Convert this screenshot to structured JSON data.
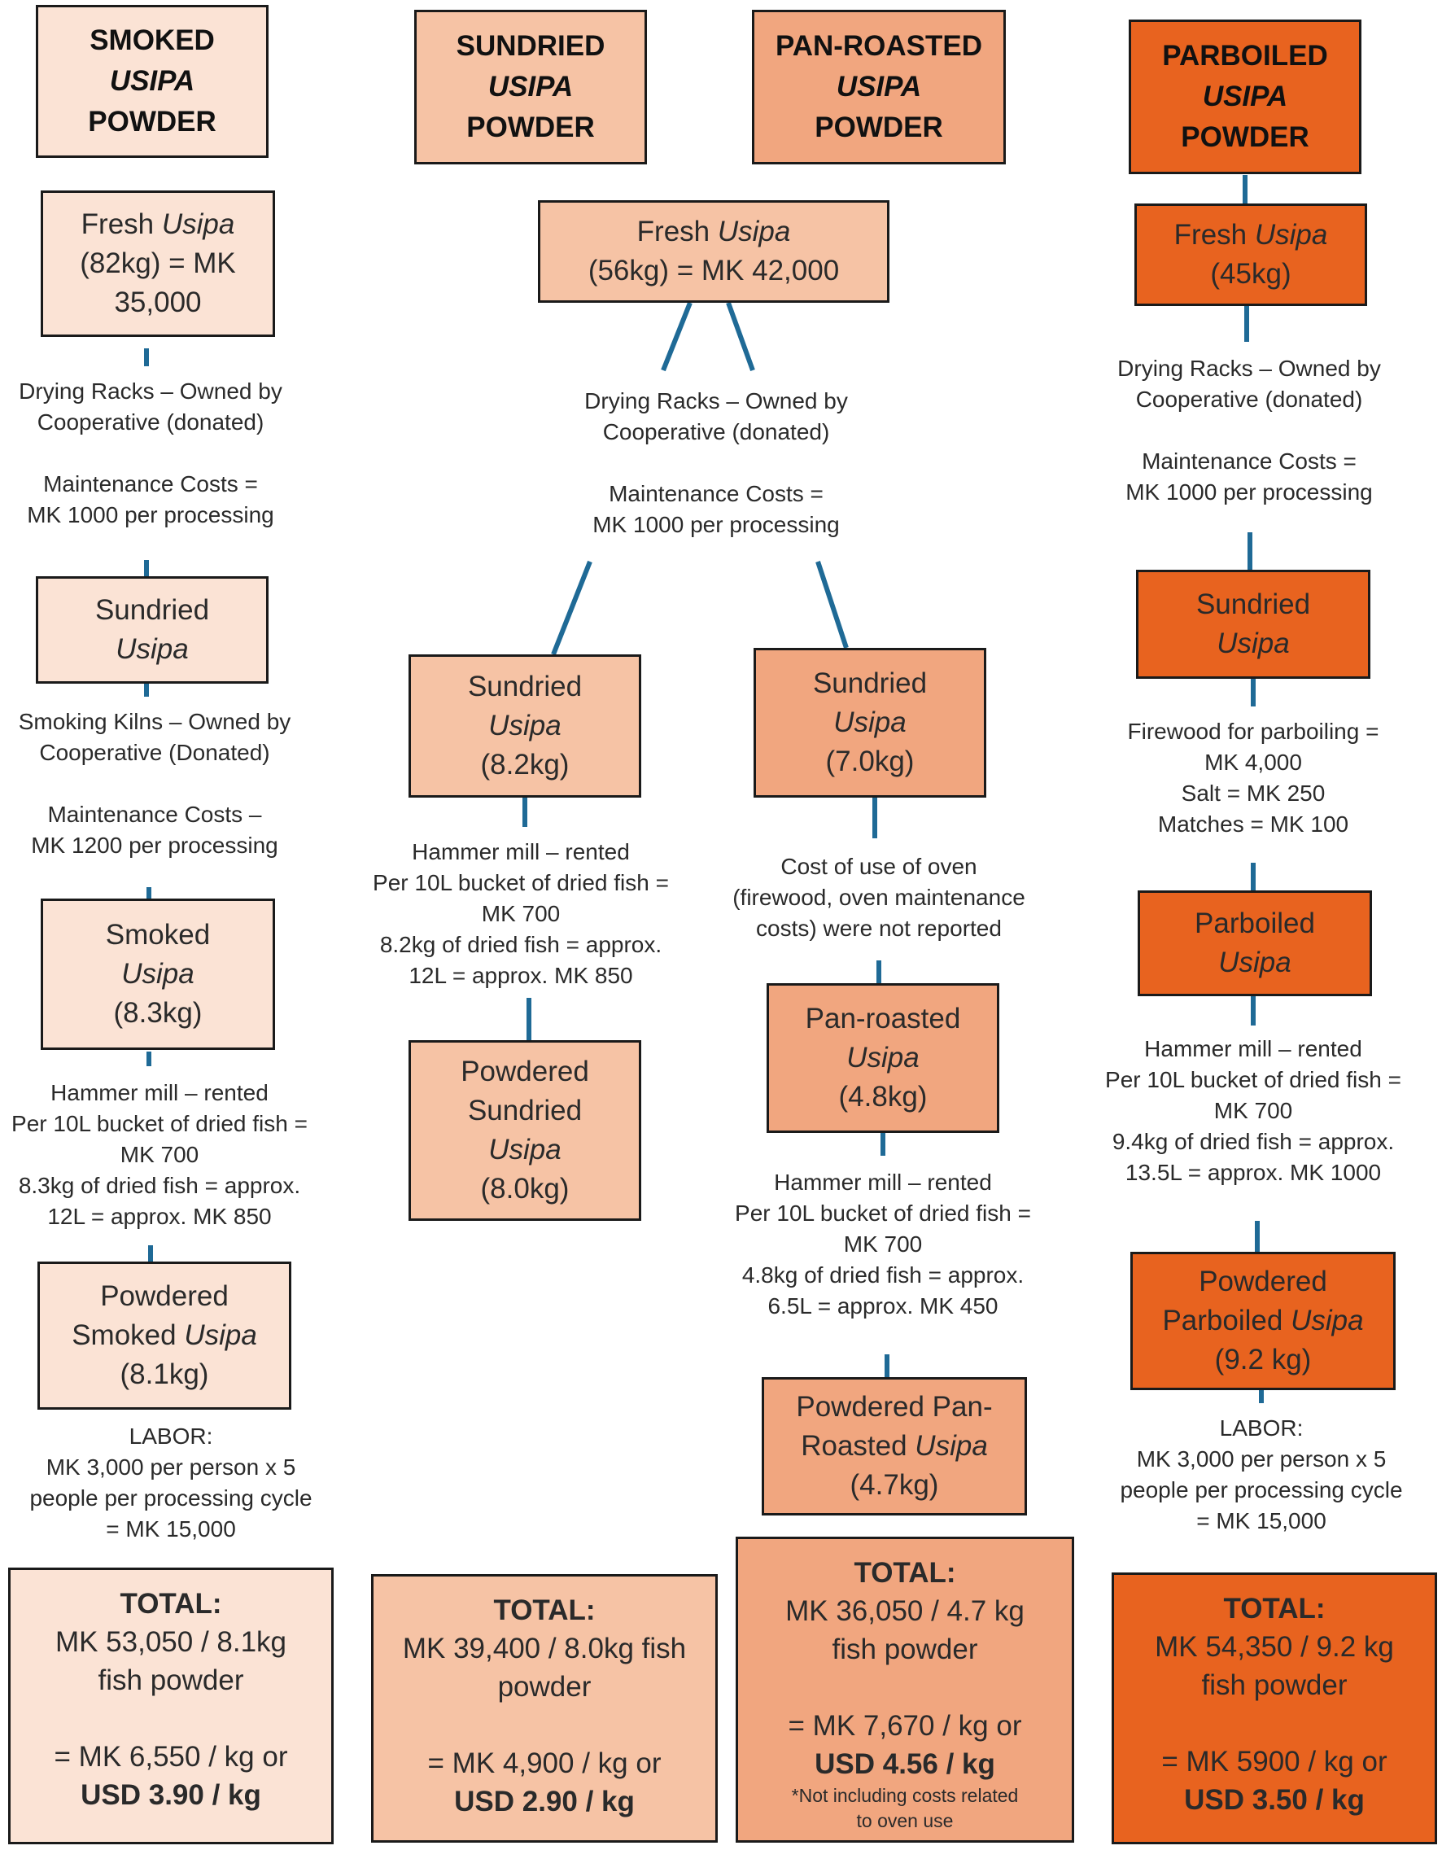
{
  "columns": {
    "smoked": {
      "header": [
        "SMOKED",
        "USIPA",
        "POWDER"
      ],
      "fresh": {
        "l1_a": "Fresh ",
        "l1_b": "Usipa",
        "l2": "(82kg) = MK",
        "l3": "35,000"
      },
      "note_racks": [
        "Drying Racks – Owned by",
        "Cooperative (donated)",
        "",
        "Maintenance Costs =",
        "MK 1000 per processing"
      ],
      "sundried": {
        "l1": "Sundried",
        "l2": "Usipa"
      },
      "note_kilns": [
        "Smoking Kilns – Owned by",
        "Cooperative (Donated)",
        "",
        "Maintenance Costs –",
        "MK 1200 per processing"
      ],
      "smoked": {
        "l1": "Smoked",
        "l2": "Usipa",
        "l3": "(8.3kg)"
      },
      "note_mill": [
        "Hammer mill – rented",
        "Per 10L bucket of dried fish =",
        "MK 700",
        "8.3kg of dried fish = approx.",
        "12L = approx. MK 850"
      ],
      "powdered": {
        "l1": "Powdered",
        "l2_a": "Smoked ",
        "l2_b": "Usipa",
        "l3": "(8.1kg)"
      },
      "note_labor": [
        "LABOR:",
        "MK 3,000 per person x 5",
        "people per processing cycle",
        "= MK 15,000"
      ],
      "total": {
        "label": "TOTAL:",
        "l2": "MK 53,050 / 8.1kg",
        "l3": "fish powder",
        "l4": "= MK 6,550 / kg or",
        "usd": "USD 3.90 / kg"
      }
    },
    "sundried": {
      "header": [
        "SUNDRIED",
        "USIPA",
        "POWDER"
      ],
      "sundried": {
        "l1": "Sundried",
        "l2": "Usipa",
        "l3": "(8.2kg)"
      },
      "note_mill": [
        "Hammer mill – rented",
        "Per 10L bucket of dried fish =",
        "MK 700",
        "8.2kg of dried fish = approx.",
        "12L = approx. MK 850"
      ],
      "powdered": {
        "l1": "Powdered",
        "l2": "Sundried",
        "l3": "Usipa",
        "l4": "(8.0kg)"
      },
      "total": {
        "label": "TOTAL:",
        "l2": "MK 39,400 / 8.0kg fish",
        "l3": "powder",
        "l4": "= MK 4,900 / kg or",
        "usd": "USD 2.90 / kg"
      }
    },
    "shared": {
      "fresh": {
        "l1_a": "Fresh ",
        "l1_b": "Usipa",
        "l2": "(56kg) = MK 42,000"
      },
      "note_racks": [
        "Drying Racks – Owned by",
        "Cooperative (donated)",
        "",
        "Maintenance Costs =",
        "MK 1000 per processing"
      ]
    },
    "panroasted": {
      "header": [
        "PAN-ROASTED",
        "USIPA",
        "POWDER"
      ],
      "sundried": {
        "l1": "Sundried",
        "l2": "Usipa",
        "l3": "(7.0kg)"
      },
      "note_oven": [
        "Cost of use of oven",
        "(firewood, oven maintenance",
        "costs) were not reported"
      ],
      "roasted": {
        "l1": "Pan-roasted",
        "l2": "Usipa",
        "l3": "(4.8kg)"
      },
      "note_mill": [
        "Hammer mill – rented",
        "Per 10L bucket of dried fish =",
        "MK 700",
        "4.8kg of dried fish = approx.",
        "6.5L = approx. MK 450"
      ],
      "powdered": {
        "l1": "Powdered Pan-",
        "l2_a": "Roasted ",
        "l2_b": "Usipa",
        "l3": "(4.7kg)"
      },
      "total": {
        "label": "TOTAL:",
        "l2": "MK 36,050 / 4.7 kg",
        "l3": "fish powder",
        "l4": "= MK 7,670 / kg or",
        "usd": "USD 4.56 / kg",
        "foot1": "*Not including costs related",
        "foot2": "to oven use"
      }
    },
    "parboiled": {
      "header": [
        "PARBOILED",
        "USIPA",
        "POWDER"
      ],
      "fresh": {
        "l1_a": "Fresh ",
        "l1_b": "Usipa",
        "l2": "(45kg)"
      },
      "note_racks": [
        "Drying Racks – Owned by",
        "Cooperative (donated)",
        "",
        "Maintenance Costs =",
        "MK 1000 per processing"
      ],
      "sundried": {
        "l1": "Sundried",
        "l2": "Usipa"
      },
      "note_fire": [
        "Firewood for parboiling =",
        "MK 4,000",
        "Salt = MK 250",
        "Matches = MK 100"
      ],
      "parboiled": {
        "l1": "Parboiled",
        "l2": "Usipa"
      },
      "note_mill": [
        "Hammer mill – rented",
        "Per 10L bucket of dried fish =",
        "MK 700",
        "9.4kg of dried fish = approx.",
        "13.5L = approx. MK 1000"
      ],
      "powdered": {
        "l1": "Powdered",
        "l2_a": "Parboiled ",
        "l2_b": "Usipa",
        "l3": "(9.2 kg)"
      },
      "note_labor": [
        "LABOR:",
        "MK 3,000 per person x 5",
        "people per processing cycle",
        "= MK 15,000"
      ],
      "total": {
        "label": "TOTAL:",
        "l2": "MK 54,350 / 9.2 kg",
        "l3": "fish powder",
        "l4": "= MK 5900 / kg or",
        "usd": "USD 3.50 / kg"
      }
    }
  },
  "colors": {
    "smoked": "#fbe3d5",
    "sundried": "#f6c3a5",
    "panroasted": "#f1a67f",
    "parboiled": "#e8631f",
    "connector": "#1f6a96",
    "border": "#1a1a1a"
  }
}
